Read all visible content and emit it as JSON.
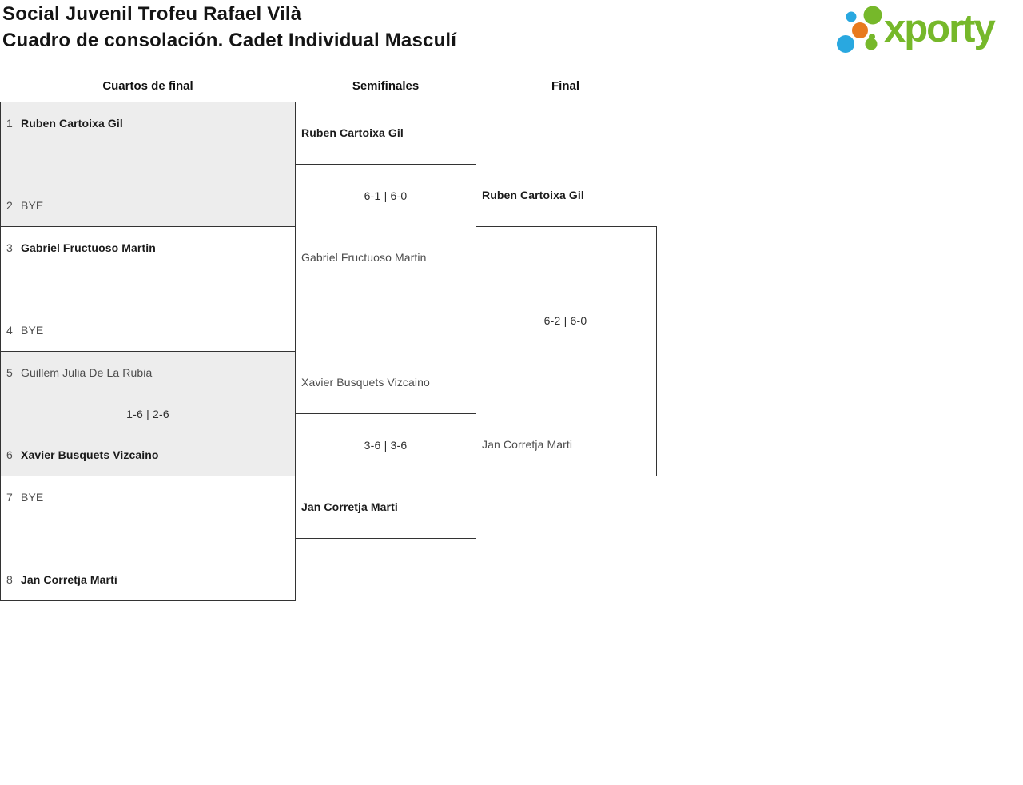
{
  "header": {
    "title_line1": "Social Juvenil Trofeu Rafael Vilà",
    "title_line2": "Cuadro de consolación. Cadet Individual Masculí"
  },
  "logo": {
    "text": "xporty",
    "colors": {
      "green": "#76b82a",
      "blue": "#29a8e0",
      "orange": "#e87a1e"
    }
  },
  "rounds": [
    {
      "name": "Cuartos de final",
      "matches": [
        {
          "top_seed": "1",
          "top": "Ruben Cartoixa Gil",
          "bottom_seed": "2",
          "bottom": "BYE",
          "score": "",
          "winner": "top"
        },
        {
          "top_seed": "3",
          "top": "Gabriel Fructuoso Martin",
          "bottom_seed": "4",
          "bottom": "BYE",
          "score": "",
          "winner": "top"
        },
        {
          "top_seed": "5",
          "top": "Guillem Julia De La Rubia",
          "bottom_seed": "6",
          "bottom": "Xavier Busquets Vizcaino",
          "score": "1-6 | 2-6",
          "winner": "bottom"
        },
        {
          "top_seed": "7",
          "top": "BYE",
          "bottom_seed": "8",
          "bottom": "Jan Corretja Marti",
          "score": "",
          "winner": "bottom"
        }
      ]
    },
    {
      "name": "Semifinales",
      "matches": [
        {
          "top": "Ruben Cartoixa Gil",
          "bottom": "Gabriel Fructuoso Martin",
          "score": "6-1 | 6-0",
          "winner": "top"
        },
        {
          "top": "Xavier Busquets Vizcaino",
          "bottom": "Jan Corretja Marti",
          "score": "3-6 | 3-6",
          "winner": "bottom"
        }
      ]
    },
    {
      "name": "Final",
      "matches": [
        {
          "top": "Ruben Cartoixa Gil",
          "bottom": "Jan Corretja Marti",
          "score": "6-2 | 6-0",
          "winner": "top"
        }
      ]
    }
  ],
  "styles": {
    "box_border_color": "#333333",
    "box_gray_background": "#ededed"
  }
}
